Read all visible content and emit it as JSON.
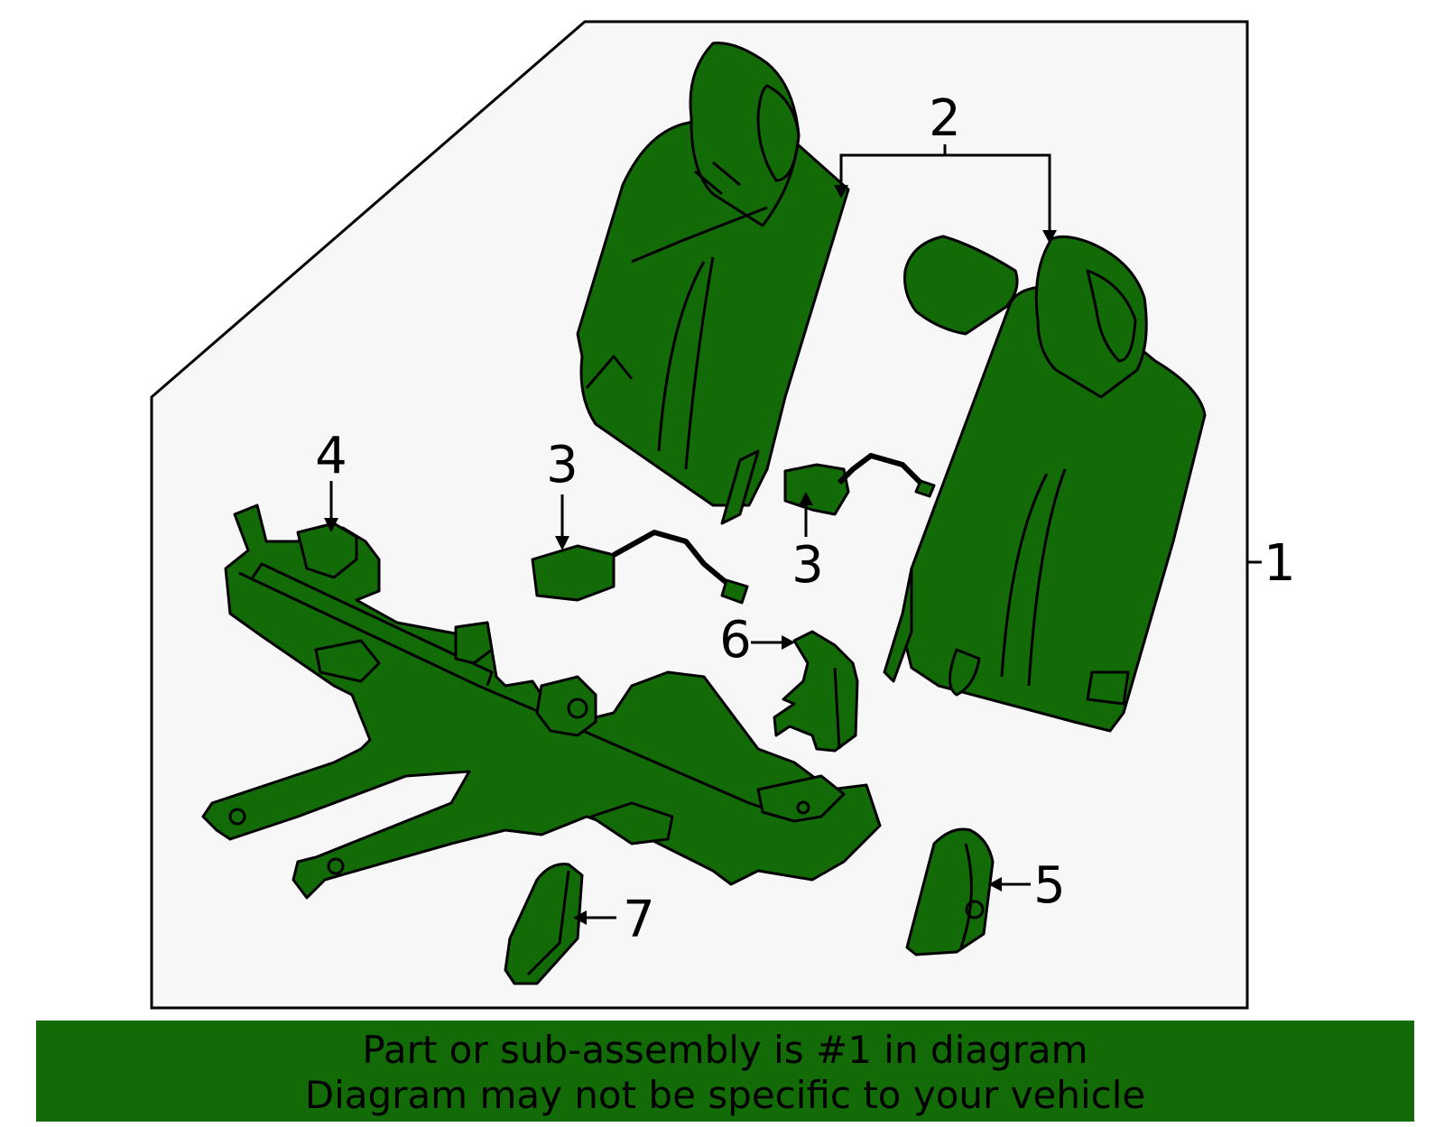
{
  "callouts": {
    "c1": "1",
    "c2": "2",
    "c3a": "3",
    "c3b": "3",
    "c4": "4",
    "c5": "5",
    "c6": "6",
    "c7": "7"
  },
  "banner": {
    "line1": "Part or sub-assembly is #1 in diagram",
    "line2": "Diagram may not be specific to your vehicle"
  },
  "colors": {
    "part_fill": "#126b07",
    "banner_bg": "#126b07",
    "panel_bg": "#f7f7f7",
    "outline": "#000000"
  }
}
